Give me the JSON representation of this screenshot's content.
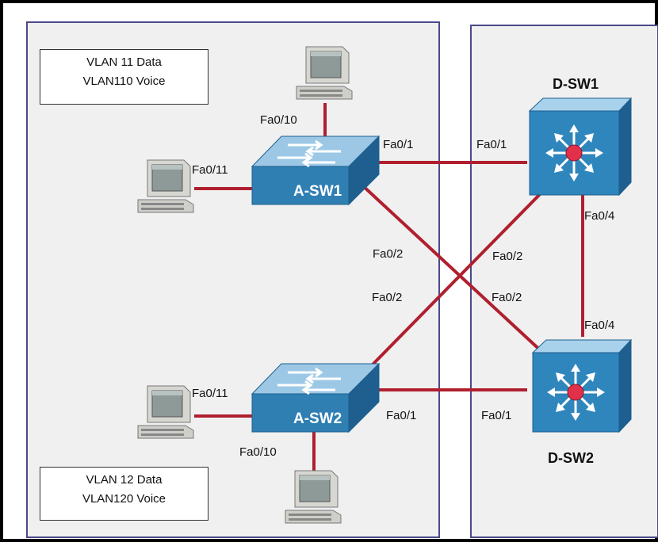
{
  "colors": {
    "frame": "#000000",
    "area_border": "#4a4a8a",
    "area_fill": "#f0f0f0",
    "link": "#b01f2e",
    "access_switch": "#2f7fb3",
    "distribution_switch": "#2f86bd",
    "switch_center": "#e0304a"
  },
  "vlan_top": {
    "line1": "VLAN 11 Data",
    "line2": "VLAN110 Voice"
  },
  "vlan_bottom": {
    "line1": "VLAN 12 Data",
    "line2": "VLAN120 Voice"
  },
  "switches": {
    "a_sw1": "A-SW1",
    "a_sw2": "A-SW2",
    "d_sw1": "D-SW1",
    "d_sw2": "D-SW2"
  },
  "ports": {
    "a1_top_pc": "Fa0/10",
    "a1_left_pc": "Fa0/11",
    "a1_to_d1": "Fa0/1",
    "d1_from_a1": "Fa0/1",
    "a1_to_d2": "Fa0/2",
    "d1_to_a2": "Fa0/2",
    "d1_to_d2": "Fa0/4",
    "a2_to_d1": "Fa0/2",
    "d2_from_a1": "Fa0/2",
    "d2_from_d1": "Fa0/4",
    "a2_left_pc": "Fa0/11",
    "a2_to_d2": "Fa0/1",
    "d2_from_a2": "Fa0/1",
    "a2_bottom_pc": "Fa0/10"
  }
}
